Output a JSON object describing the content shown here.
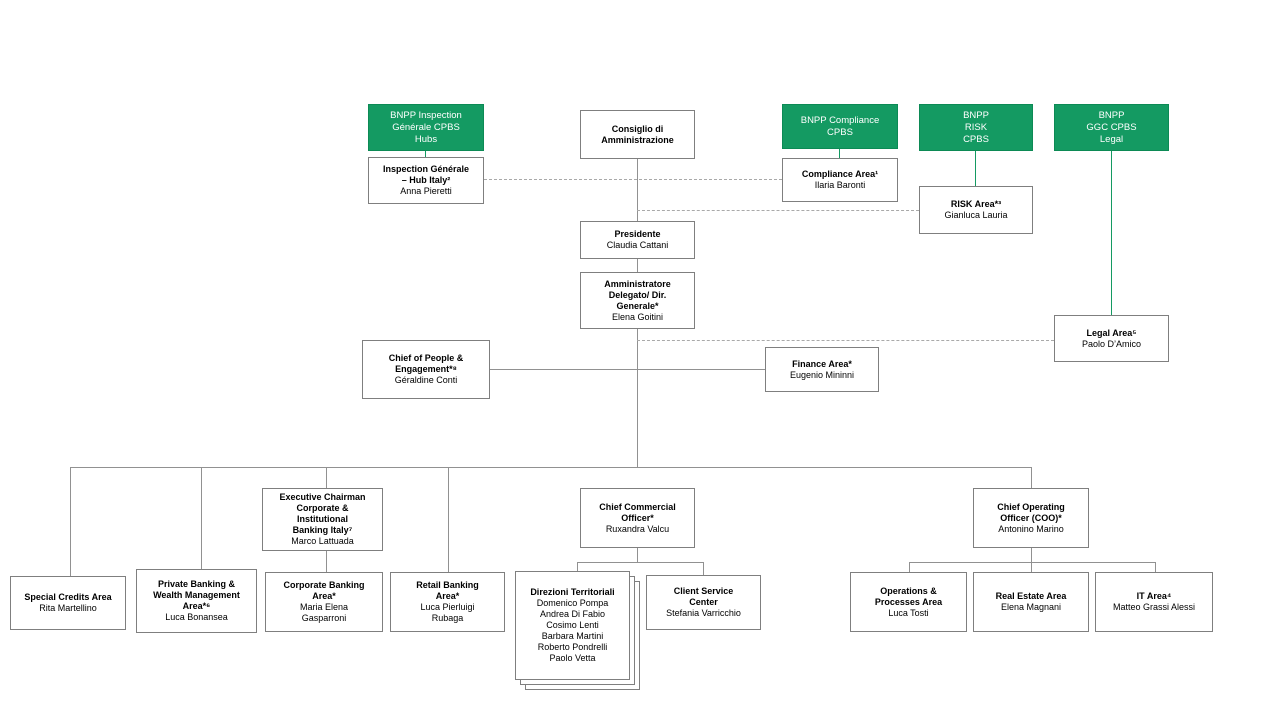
{
  "colors": {
    "green": "#149a62",
    "green_border": "#0c8a55",
    "box_border": "#7f7f7f",
    "line": "#919191",
    "dashed_line": "#a9a9a9",
    "text": "#000000",
    "green_text": "#ffffff"
  },
  "nodes": {
    "bnpp_inspection": {
      "title": [
        "BNPP Inspection",
        "Générale CPBS",
        "Hubs"
      ]
    },
    "bnpp_compliance": {
      "title": [
        "BNPP Compliance",
        "CPBS"
      ]
    },
    "bnpp_risk": {
      "title": [
        "BNPP",
        "RISK",
        "CPBS"
      ]
    },
    "bnpp_ggc": {
      "title": [
        "BNPP",
        "GGC CPBS",
        "Legal"
      ]
    },
    "consiglio": {
      "title": [
        "Consiglio di",
        "Amministrazione"
      ]
    },
    "inspection_hub": {
      "title": [
        "Inspection Générale",
        "– Hub Italy²"
      ],
      "name": "Anna Pieretti"
    },
    "compliance_area": {
      "title": [
        "Compliance Area¹"
      ],
      "name": "Ilaria Baronti"
    },
    "risk_area": {
      "title": [
        "RISK Area*³"
      ],
      "name": "Gianluca Lauria"
    },
    "presidente": {
      "title": [
        "Presidente"
      ],
      "name": "Claudia Cattani"
    },
    "amministratore": {
      "title": [
        "Amministratore",
        "Delegato/ Dir.",
        "Generale*"
      ],
      "name": "Elena Goitini"
    },
    "legal_area": {
      "title": [
        "Legal Area⁵"
      ],
      "name": "Paolo D’Amico"
    },
    "people_engagement": {
      "title": [
        "Chief of People &",
        "Engagement*⁸"
      ],
      "name": "Géraldine Conti"
    },
    "finance_area": {
      "title": [
        "Finance Area*"
      ],
      "name": "Eugenio Mininni"
    },
    "exec_chairman": {
      "title": [
        "Executive Chairman",
        "Corporate &",
        "Institutional",
        "Banking Italy⁷"
      ],
      "name": "Marco Lattuada"
    },
    "cco": {
      "title": [
        "Chief Commercial",
        "Officer*"
      ],
      "name": "Ruxandra Valcu"
    },
    "coo": {
      "title": [
        "Chief Operating",
        "Officer (COO)*"
      ],
      "name": "Antonino Marino"
    },
    "special_credits": {
      "title": [
        "Special Credits Area"
      ],
      "name": "Rita Martellino"
    },
    "private_banking": {
      "title": [
        "Private Banking &",
        "Wealth Management",
        "Area*⁶"
      ],
      "name": "Luca Bonansea"
    },
    "corporate_banking": {
      "title": [
        "Corporate Banking",
        "Area*"
      ],
      "name": [
        "Maria Elena",
        "Gasparroni"
      ]
    },
    "retail_banking": {
      "title": [
        "Retail Banking",
        "Area*"
      ],
      "name": [
        "Luca Pierluigi",
        "Rubaga"
      ]
    },
    "direzioni_territoriali": {
      "title": [
        "Direzioni Territoriali"
      ],
      "name": [
        "Domenico Pompa",
        "Andrea Di Fabio",
        "Cosimo Lenti",
        "Barbara Martini",
        "Roberto Pondrelli",
        "Paolo Vetta"
      ]
    },
    "client_service": {
      "title": [
        "Client Service",
        "Center"
      ],
      "name": "Stefania Varricchio"
    },
    "operations": {
      "title": [
        "Operations &",
        "Processes Area"
      ],
      "name": "Luca Tosti"
    },
    "real_estate": {
      "title": [
        "Real Estate Area"
      ],
      "name": "Elena Magnani"
    },
    "it_area": {
      "title": [
        "IT Area⁴"
      ],
      "name": "Matteo Grassi Alessi"
    }
  }
}
